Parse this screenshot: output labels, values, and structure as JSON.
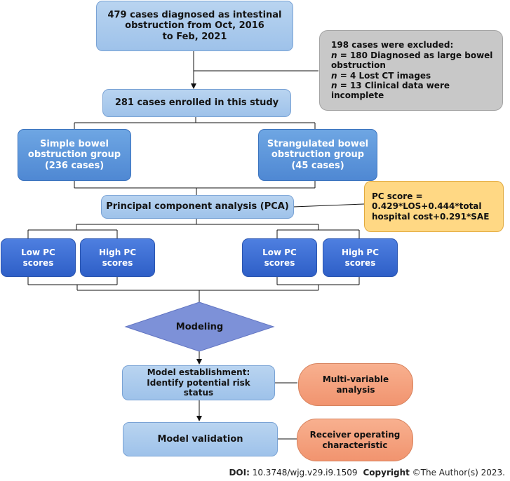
{
  "top_box": "479 cases diagnosed as intestinal\nobstruction from Oct, 2016\nto Feb, 2021",
  "excluded_box": {
    "title": "198 cases were excluded:",
    "lines": [
      {
        "n": "n",
        "text": " = 180 Diagnosed as large bowel obstruction"
      },
      {
        "n": "n",
        "text": " = 4 Lost CT images"
      },
      {
        "n": "n",
        "text": " = 13 Clinical data were incomplete"
      }
    ]
  },
  "enrolled_box": "281 cases enrolled in this study",
  "simple_group_box": "Simple bowel\nobstruction group\n(236 cases)",
  "strangulated_group_box": "Strangulated bowel\nobstruction group\n(45 cases)",
  "pca_box": "Principal component analysis (PCA)",
  "pc_formula_box": "PC score =\n0.429*LOS+0.444*total\nhospital cost+0.291*SAE",
  "left_low_box": "Low PC\nscores",
  "left_high_box": "High PC\nscores",
  "right_low_box": "Low PC\nscores",
  "right_high_box": "High PC\nscores",
  "modeling_diamond": "Modeling",
  "model_establishment_box": "Model establishment:\nIdentify potential risk\nstatus",
  "multivariable_box": "Multi-variable\nanalysis",
  "model_validation_box": "Model validation",
  "roc_box": "Receiver operating\ncharacteristic",
  "footer": {
    "doi_label": "DOI:",
    "doi_value": " 10.3748/wjg.v29.i9.1509",
    "copyright_label": "Copyright",
    "copyright_value": " ©The Author(s) 2023."
  }
}
